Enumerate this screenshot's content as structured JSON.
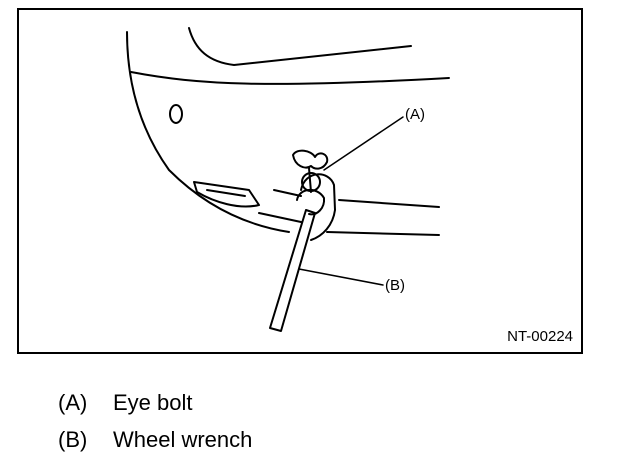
{
  "figure": {
    "callouts": [
      {
        "key": "A",
        "label": "(A)"
      },
      {
        "key": "B",
        "label": "(B)"
      }
    ],
    "figure_id": "NT-00224"
  },
  "legend": [
    {
      "key": "(A)",
      "text": "Eye bolt"
    },
    {
      "key": "(B)",
      "text": "Wheel wrench"
    }
  ]
}
